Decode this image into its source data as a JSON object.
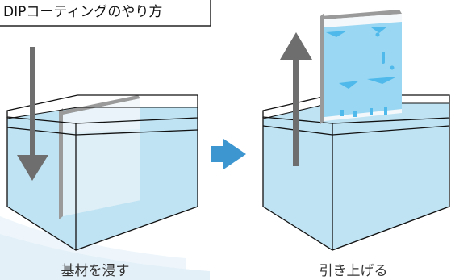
{
  "title": "DIPコーティングのやり方",
  "steps": [
    {
      "caption": "基材を浸す"
    },
    {
      "caption": "引き上げる"
    }
  ],
  "colors": {
    "water": "#bfe3f3",
    "water_surface": "#a9d8ee",
    "arrow_gray": "#6e6e6e",
    "arrow_blue": "#3d96cf",
    "substrate_face": "#eef4f7",
    "substrate_edge": "#9a9a9a",
    "drip_blue": "#5cc1ee",
    "outline": "#111111",
    "background_swoosh": "#e6f1f8"
  },
  "icons": {
    "down_arrow": "down-arrow-icon",
    "up_arrow": "up-arrow-icon",
    "next_arrow": "right-arrow-icon"
  }
}
